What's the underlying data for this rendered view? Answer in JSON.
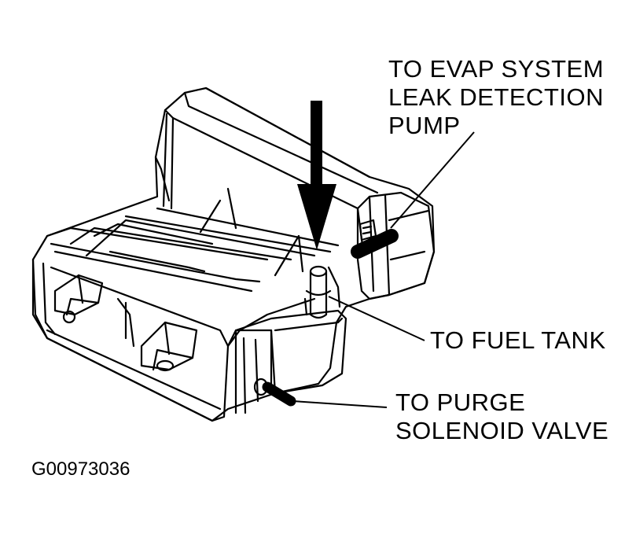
{
  "callouts": {
    "evap": {
      "line1": "TO EVAP SYSTEM",
      "line2": "LEAK DETECTION",
      "line3": "PUMP"
    },
    "fuel_tank": {
      "line1": "TO FUEL TANK"
    },
    "purge": {
      "line1": "TO PURGE",
      "line2": "SOLENOID VALVE"
    }
  },
  "figure_id": "G00973036"
}
